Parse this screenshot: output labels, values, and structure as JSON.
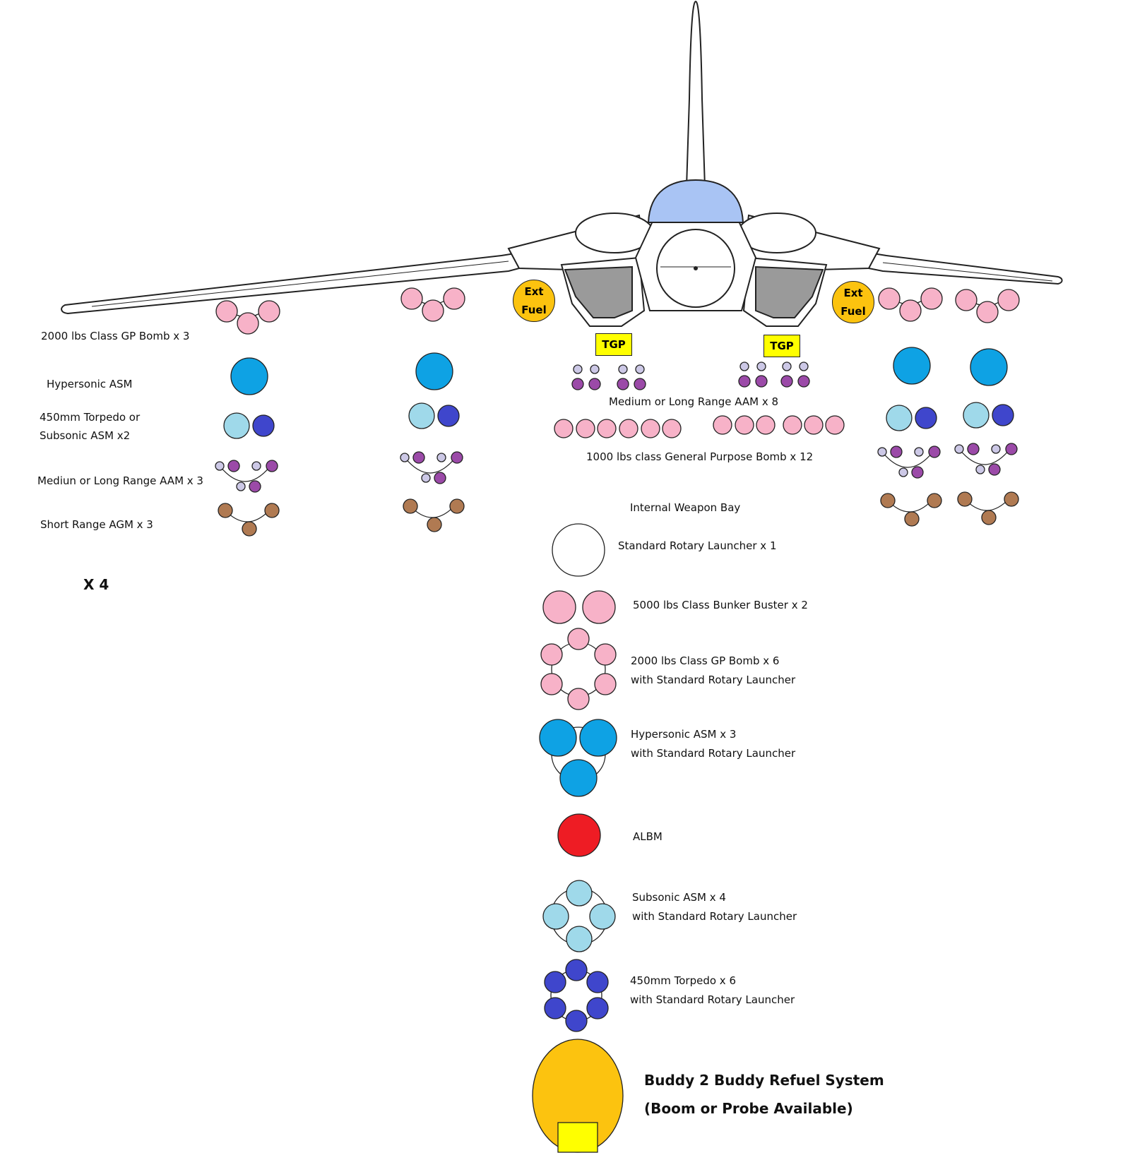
{
  "colors": {
    "gp_bomb_pink": "#f7b2c8",
    "hypersonic_blue": "#0ea2e4",
    "subsonic_light_blue": "#9fd9ea",
    "torpedo_dark_blue": "#3f46cc",
    "aam_purple": "#9b4aa8",
    "aam_light": "#ccc8e6",
    "agm_brown": "#b07a52",
    "albm_red": "#ee1c24",
    "fuel_orange": "#fcc30f",
    "tgp_yellow": "#ffff00",
    "canopy_blue": "#a9c4f4",
    "intake_grey": "#9a9a9a"
  },
  "labels": {
    "gp_bomb_3": "2000 lbs Class GP Bomb x 3",
    "hypersonic_asm": "Hypersonic ASM",
    "torpedo_or_asm_1": "450mm Torpedo or",
    "torpedo_or_asm_2": "Subsonic ASM x2",
    "aam_3": "Mediun or Long Range AAM x 3",
    "agm_3": "Short Range AGM x 3",
    "multiplier": "X 4",
    "ext_fuel_1": "Ext",
    "ext_fuel_2": "Fuel",
    "tgp": "TGP",
    "aam_8": "Medium or Long Range AAM x 8",
    "bomb_12": "1000 lbs class General Purpose Bomb x 12"
  },
  "internal_bay": {
    "title": "Internal Weapon Bay",
    "items": [
      {
        "line1": "Standard Rotary Launcher x 1",
        "line2": ""
      },
      {
        "line1": "5000 lbs Class Bunker Buster x 2",
        "line2": ""
      },
      {
        "line1": "2000 lbs Class GP Bomb x 6",
        "line2": "with Standard Rotary Launcher"
      },
      {
        "line1": "Hypersonic ASM x 3",
        "line2": "with Standard Rotary Launcher"
      },
      {
        "line1": "ALBM",
        "line2": ""
      },
      {
        "line1": "Subsonic ASM x 4",
        "line2": "with Standard Rotary Launcher"
      },
      {
        "line1": "450mm Torpedo x 6",
        "line2": "with Standard Rotary Launcher"
      }
    ]
  },
  "buddy": {
    "line1": "Buddy 2 Buddy Refuel System",
    "line2": "(Boom or Probe Available)"
  }
}
